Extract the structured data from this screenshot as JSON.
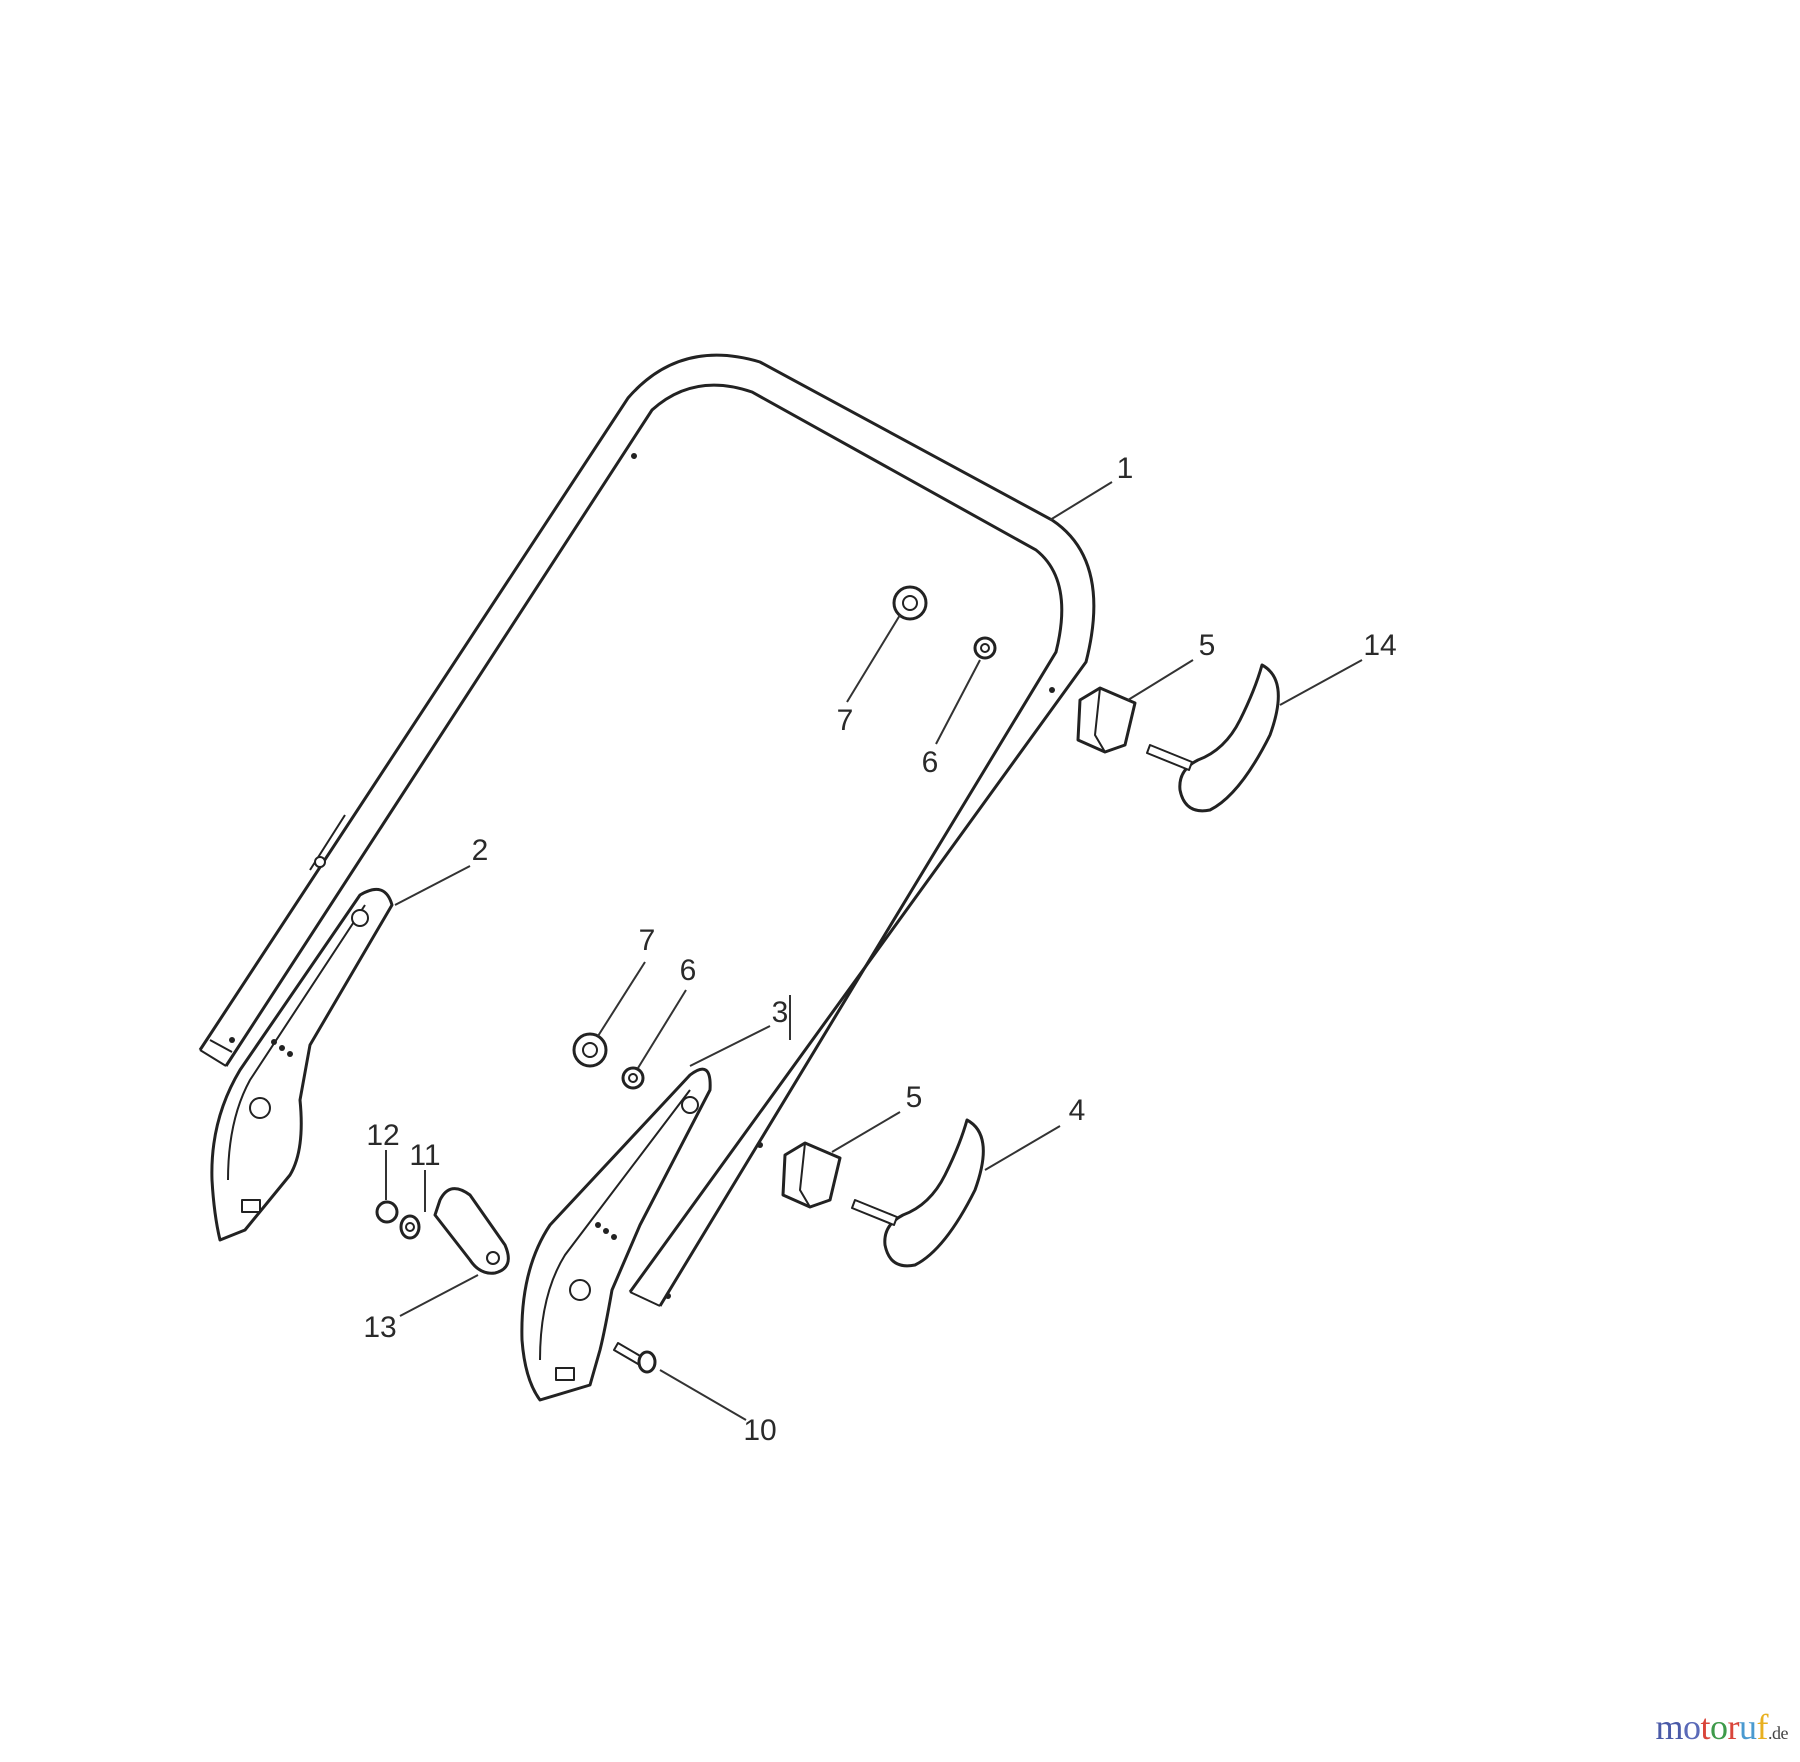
{
  "diagram": {
    "callouts": {
      "c1": "1",
      "c2": "2",
      "c3": "3",
      "c4": "4",
      "c5a": "5",
      "c5b": "5",
      "c6a": "6",
      "c6b": "6",
      "c7a": "7",
      "c7b": "7",
      "c10": "10",
      "c11": "11",
      "c12": "12",
      "c13": "13",
      "c14": "14"
    }
  },
  "logo": {
    "text": "motoruf.de",
    "letters": [
      "m",
      "o",
      "t",
      "o",
      "r",
      "u",
      "f"
    ],
    "suffix": ".de",
    "colors": [
      "#4a5aa8",
      "#5a6ab8",
      "#d9453a",
      "#3e9a4a",
      "#d9453a",
      "#4a9ad0",
      "#e8b020"
    ]
  }
}
